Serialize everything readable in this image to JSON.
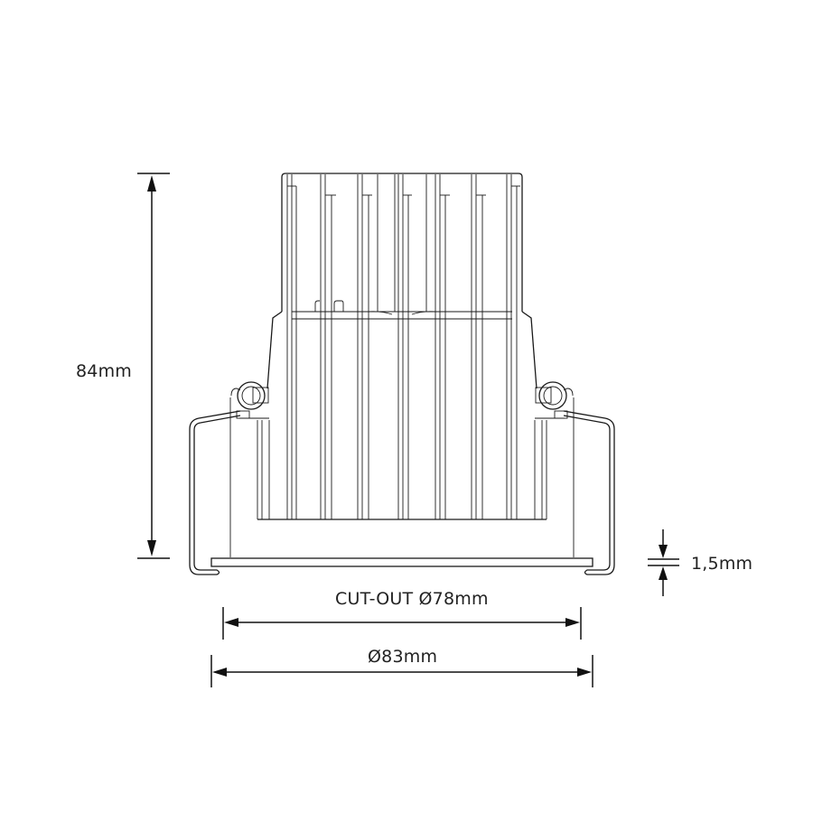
{
  "drawing": {
    "subject": "recessed downlight side elevation",
    "line_color": "#1a1a1a",
    "background": "#ffffff"
  },
  "dimensions": {
    "height": {
      "label": "84mm"
    },
    "flange_thickness": {
      "label": "1,5mm"
    },
    "cut_out": {
      "label": "CUT-OUT Ø78mm"
    },
    "outer_diameter": {
      "label": "Ø83mm"
    }
  }
}
